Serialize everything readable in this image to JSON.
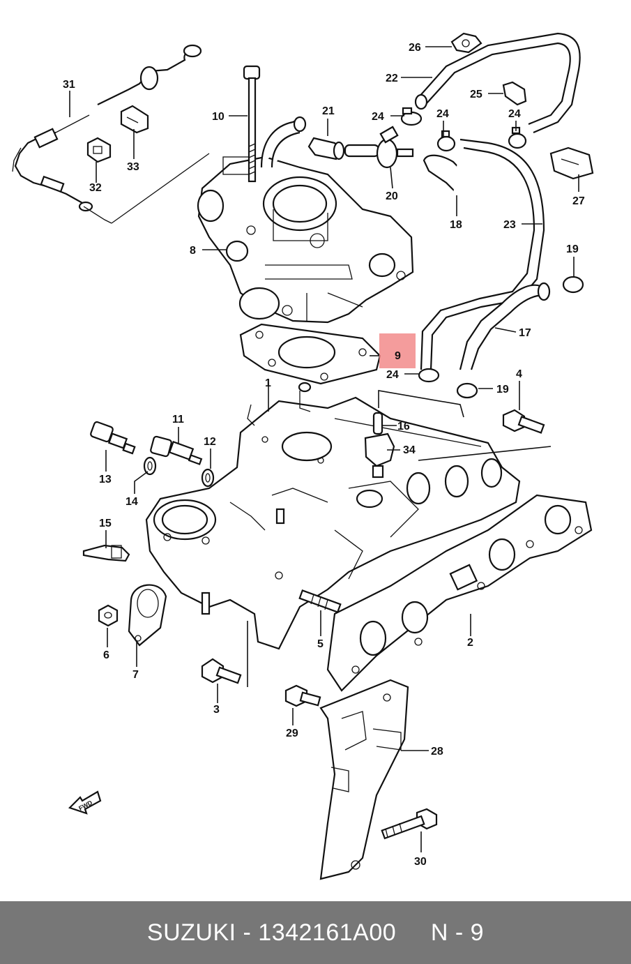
{
  "diagram": {
    "highlight_label": "9",
    "highlight_color": "#f28b8b",
    "fwd_label": "FWD",
    "callouts": [
      {
        "id": "c1",
        "text": "1"
      },
      {
        "id": "c2",
        "text": "2"
      },
      {
        "id": "c3",
        "text": "3"
      },
      {
        "id": "c4",
        "text": "4"
      },
      {
        "id": "c5",
        "text": "5"
      },
      {
        "id": "c6",
        "text": "6"
      },
      {
        "id": "c7",
        "text": "7"
      },
      {
        "id": "c8",
        "text": "8"
      },
      {
        "id": "c10",
        "text": "10"
      },
      {
        "id": "c11",
        "text": "11"
      },
      {
        "id": "c12",
        "text": "12"
      },
      {
        "id": "c13",
        "text": "13"
      },
      {
        "id": "c14",
        "text": "14"
      },
      {
        "id": "c15",
        "text": "15"
      },
      {
        "id": "c16",
        "text": "16"
      },
      {
        "id": "c17",
        "text": "17"
      },
      {
        "id": "c18",
        "text": "18"
      },
      {
        "id": "c19a",
        "text": "19"
      },
      {
        "id": "c19b",
        "text": "19"
      },
      {
        "id": "c20",
        "text": "20"
      },
      {
        "id": "c21",
        "text": "21"
      },
      {
        "id": "c22",
        "text": "22"
      },
      {
        "id": "c23",
        "text": "23"
      },
      {
        "id": "c24a",
        "text": "24"
      },
      {
        "id": "c24b",
        "text": "24"
      },
      {
        "id": "c24c",
        "text": "24"
      },
      {
        "id": "c24d",
        "text": "24"
      },
      {
        "id": "c25",
        "text": "25"
      },
      {
        "id": "c26",
        "text": "26"
      },
      {
        "id": "c27",
        "text": "27"
      },
      {
        "id": "c28",
        "text": "28"
      },
      {
        "id": "c29",
        "text": "29"
      },
      {
        "id": "c30",
        "text": "30"
      },
      {
        "id": "c31",
        "text": "31"
      },
      {
        "id": "c32",
        "text": "32"
      },
      {
        "id": "c33",
        "text": "33"
      },
      {
        "id": "c34",
        "text": "34"
      }
    ]
  },
  "footer": {
    "text": "SUZUKI - 1342161A00     N - 9",
    "background": "#777777",
    "text_color": "#ffffff"
  }
}
